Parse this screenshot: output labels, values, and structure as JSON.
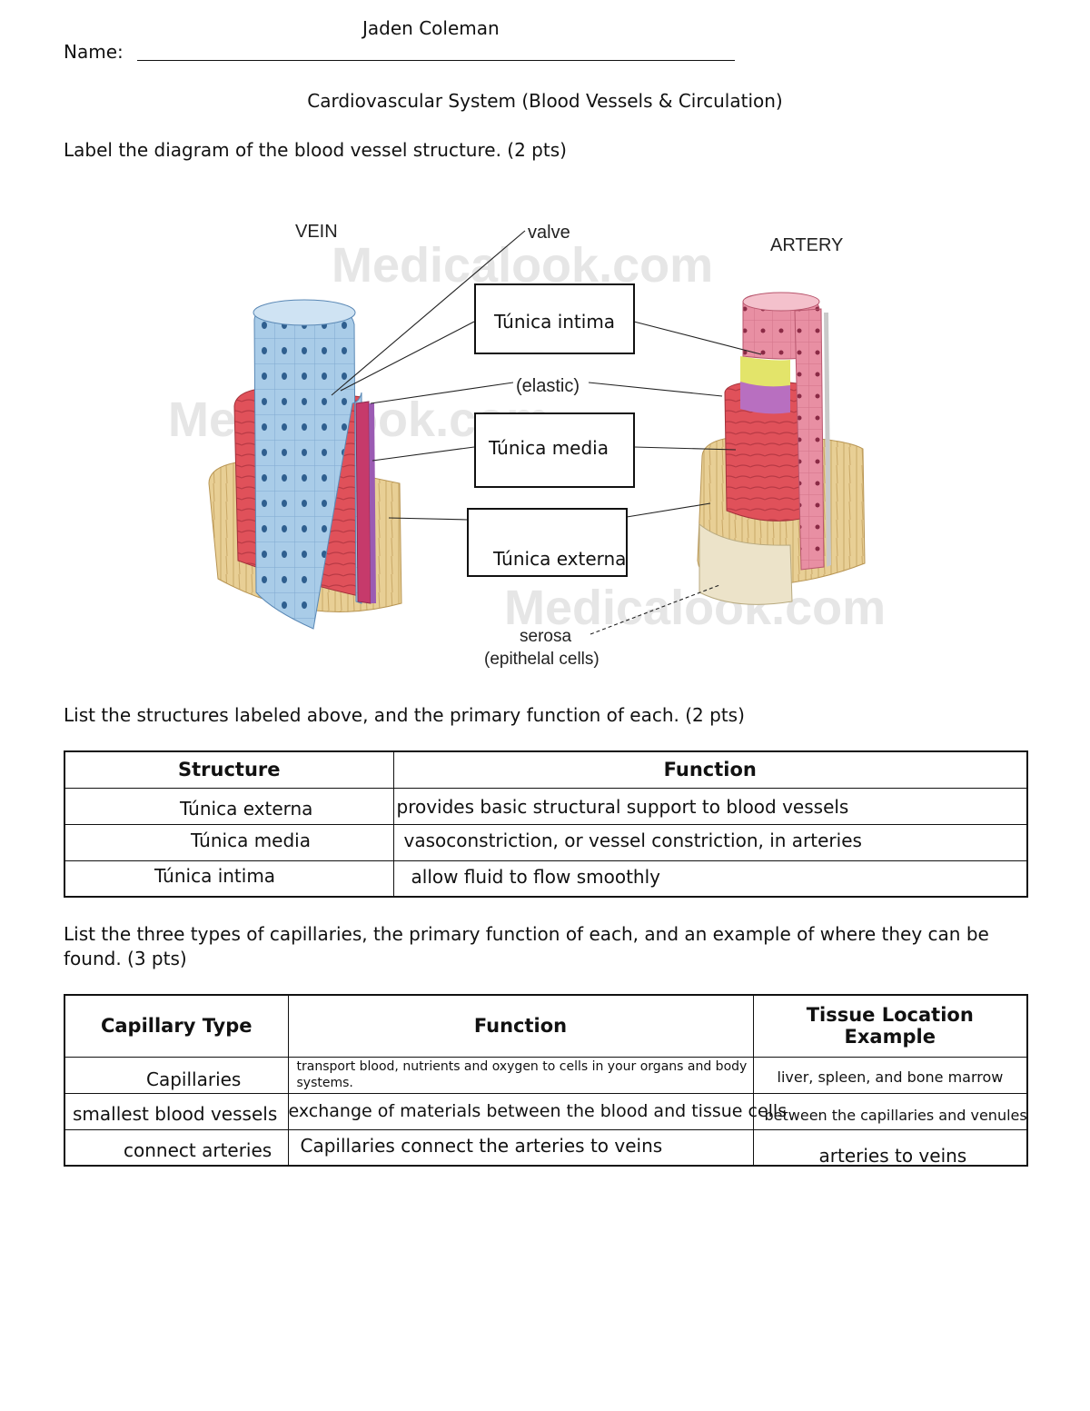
{
  "header": {
    "student_name": "Jaden Coleman",
    "name_label": "Name:",
    "title": "Cardiovascular System (Blood Vessels & Circulation)"
  },
  "q1": {
    "prompt": "Label the diagram of the blood vessel structure. (2 pts)"
  },
  "diagram": {
    "vein_label": "VEIN",
    "artery_label": "ARTERY",
    "valve_label": "valve",
    "elastic_label": "(elastic)",
    "serosa_label": "serosa",
    "epithelial_label": "(epithelal cells)",
    "watermark": "Medicalook.com",
    "answers": {
      "intima": "Túnica intima",
      "media": "Túnica media",
      "externa": "Túnica externa"
    },
    "colors": {
      "vein_inner": "#a9cce8",
      "vein_nuclei": "#2f5f8f",
      "artery_inner": "#e88fa3",
      "muscle": "#e0515a",
      "adventitia": "#e8cf95",
      "elastic_yellow": "#e3e46a",
      "elastic_purple": "#b86fc0"
    }
  },
  "q2": {
    "prompt": "List the structures labeled above, and the primary function of each. (2 pts)",
    "headers": {
      "structure": "Structure",
      "function": "Function"
    },
    "rows": [
      {
        "structure": "Túnica externa",
        "function": "provides basic structural support to blood vessels"
      },
      {
        "structure": "Túnica media",
        "function": "vasoconstriction, or vessel constriction, in arteries"
      },
      {
        "structure": "Túnica intima",
        "function": "allow fluid to flow smoothly"
      }
    ]
  },
  "q3": {
    "prompt_line1": "List the three types of capillaries, the primary function of each, and an example of where they can be",
    "prompt_line2": "found.  (3 pts)",
    "headers": {
      "type": "Capillary Type",
      "function": "Function",
      "location_line1": "Tissue Location",
      "location_line2": "Example"
    },
    "rows": [
      {
        "type": "Capillaries",
        "function_line1": "transport blood, nutrients and oxygen to cells in your organs and body",
        "function_line2": "systems.",
        "location": "liver, spleen, and bone marrow"
      },
      {
        "type": "smallest blood vessels",
        "function": "exchange of materials between the blood and tissue cells",
        "location": "between the capillaries and venules"
      },
      {
        "type": "connect arteries",
        "function": "Capillaries connect the arteries to veins",
        "location": "arteries to veins"
      }
    ]
  }
}
